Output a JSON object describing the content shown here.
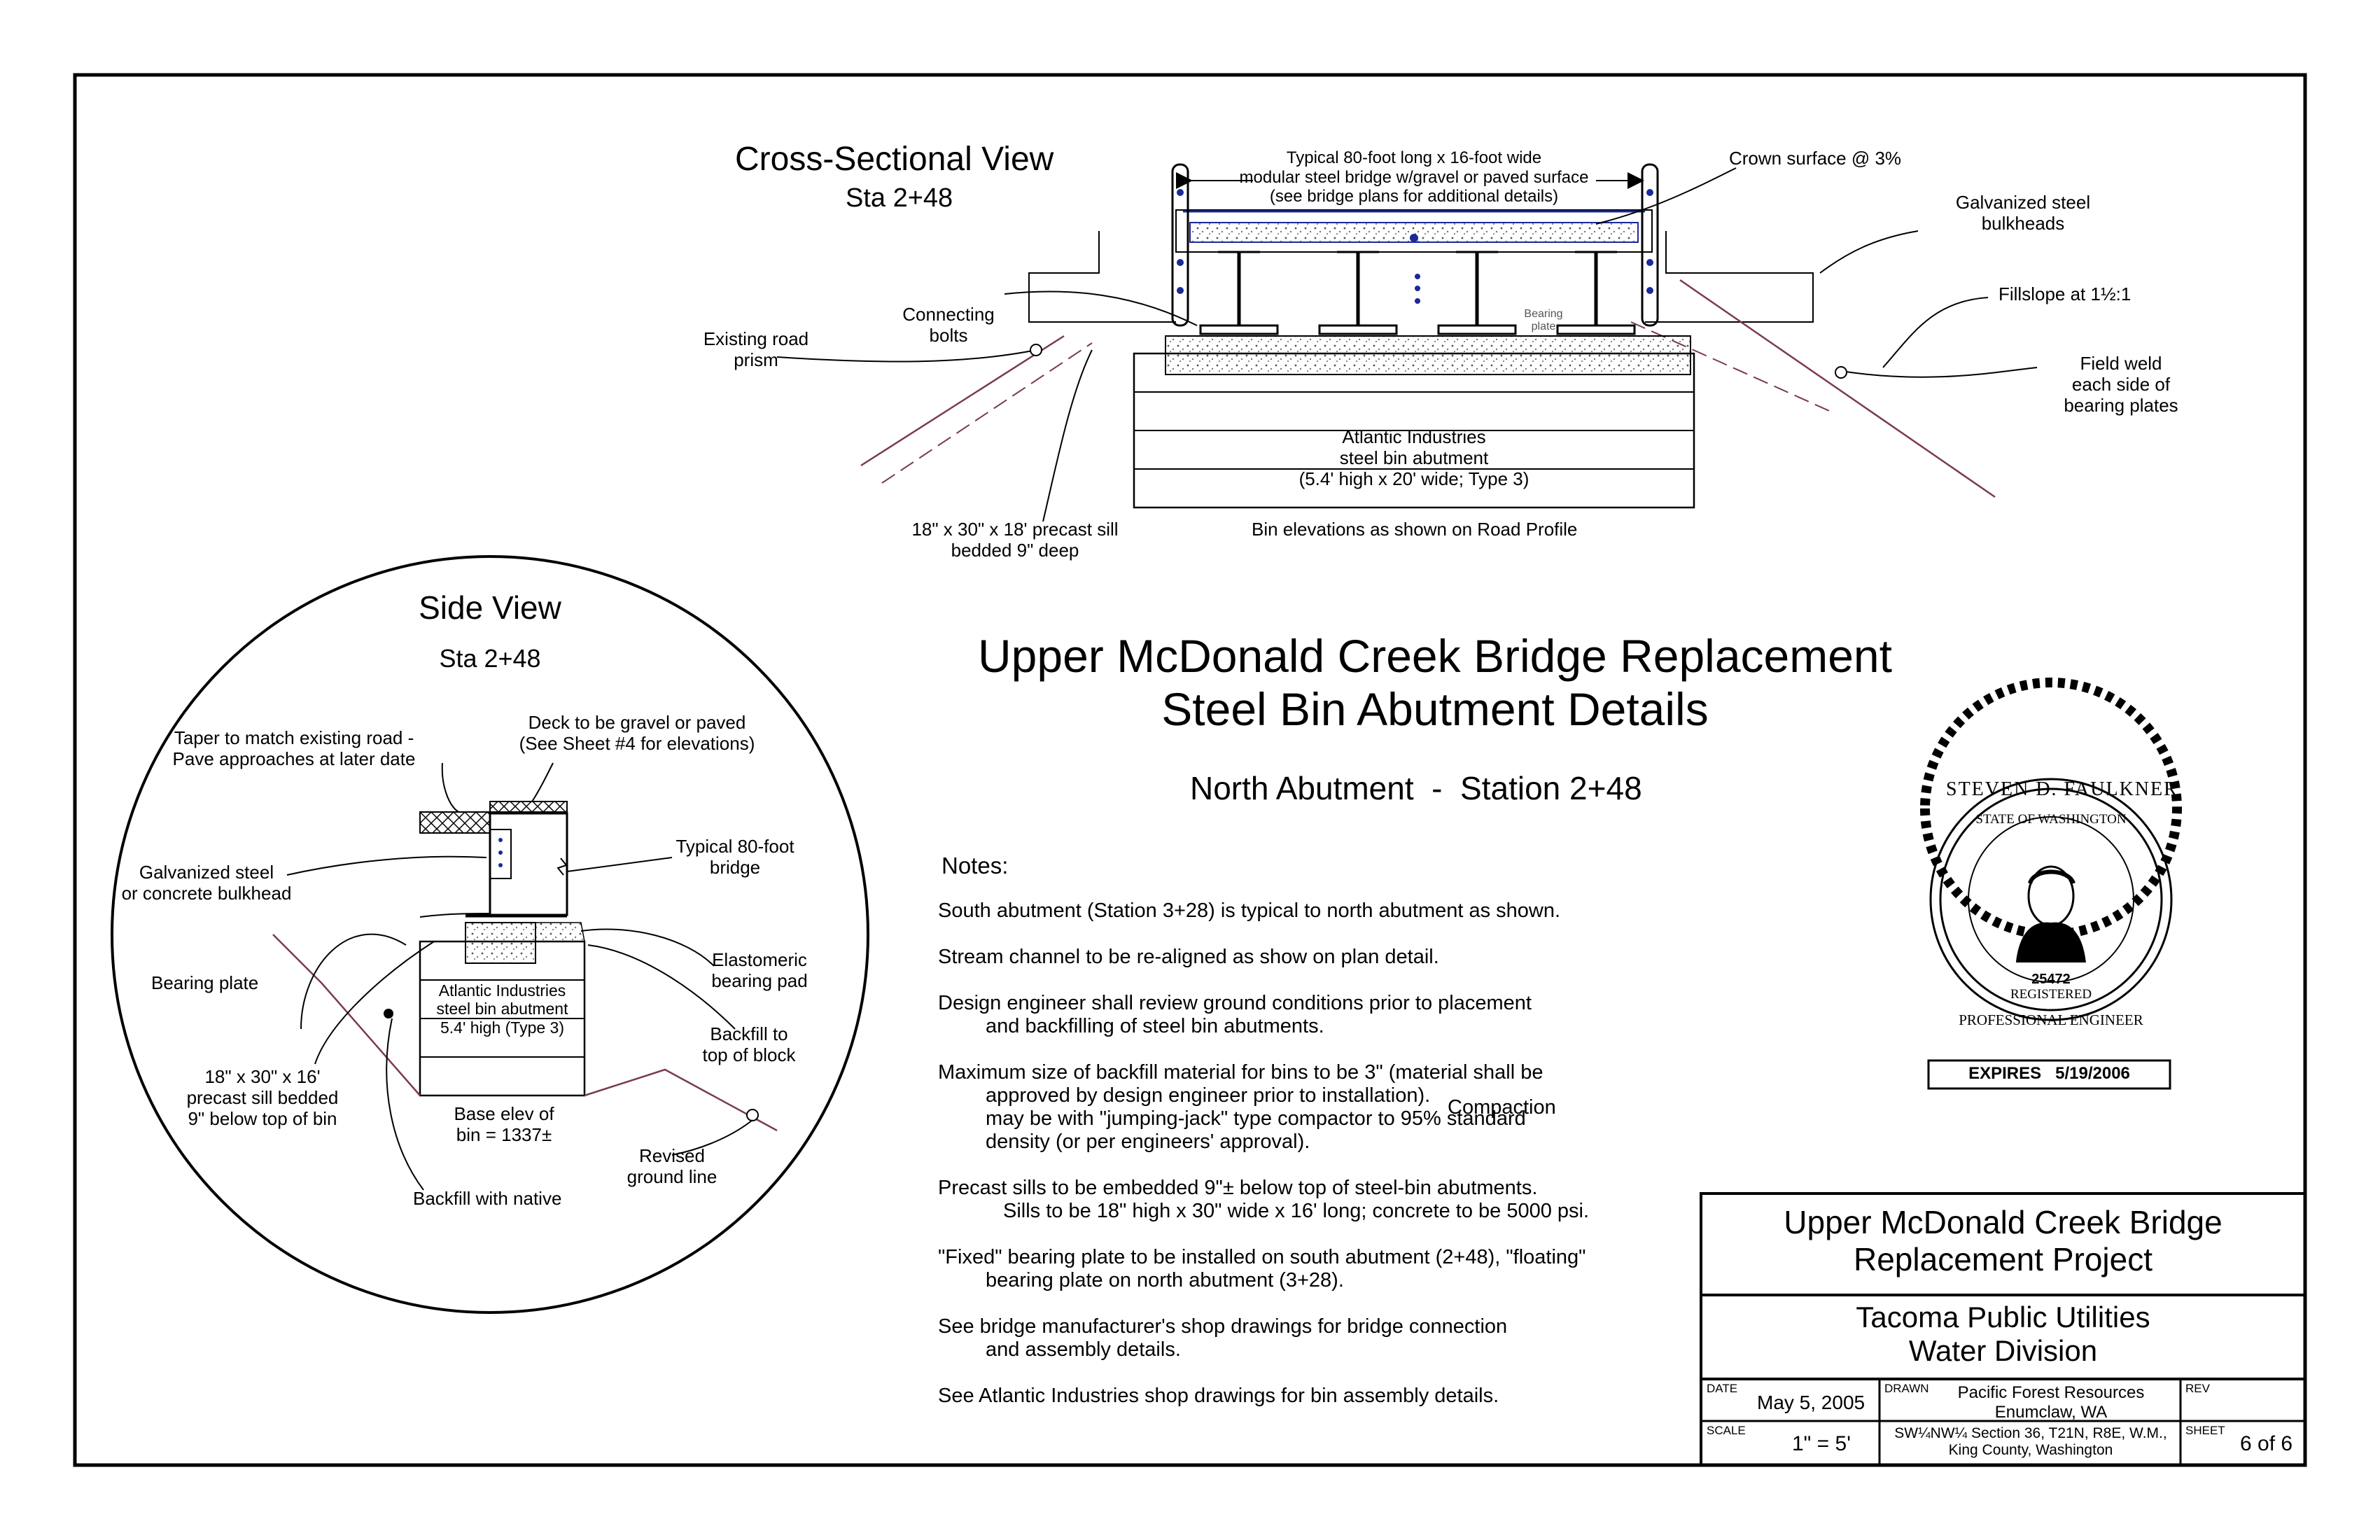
{
  "cross_section": {
    "title": "Cross-Sectional View",
    "station": "Sta 2+48",
    "bridge_note": [
      "Typical 80-foot long x 16-foot wide",
      "modular steel bridge w/gravel or paved surface",
      "(see bridge plans for additional details)"
    ],
    "crown": "Crown surface @ 3%",
    "bulkheads": [
      "Galvanized steel",
      "bulkheads"
    ],
    "fillslope": "Fillslope at 1½:1",
    "field_weld": [
      "Field weld",
      "each side of",
      "bearing plates"
    ],
    "connecting_bolts": [
      "Connecting",
      "bolts"
    ],
    "existing_road": [
      "Existing road",
      "prism"
    ],
    "bearing_plate": [
      "Bearing",
      "plate"
    ],
    "bin": [
      "Atlantic Industries",
      "steel bin abutment",
      "(5.4' high x 20' wide; Type 3)"
    ],
    "precast_sill": [
      "18\" x 30\" x 18' precast sill",
      "bedded 9\" deep"
    ],
    "bin_elevations": "Bin elevations as shown on Road Profile"
  },
  "side_view": {
    "title": "Side View",
    "station": "Sta 2+48",
    "taper": [
      "Taper to match existing road -",
      "Pave approaches at later date"
    ],
    "deck": [
      "Deck to be gravel or paved",
      "(See Sheet #4 for elevations)"
    ],
    "typical_bridge": [
      "Typical 80-foot",
      "bridge"
    ],
    "bulkhead": [
      "Galvanized steel",
      "or concrete bulkhead"
    ],
    "bearing_plate": "Bearing plate",
    "elastomeric": [
      "Elastomeric",
      "bearing pad"
    ],
    "bin": [
      "Atlantic Industries",
      "steel bin abutment",
      "5.4' high (Type 3)"
    ],
    "backfill_block": [
      "Backfill to",
      "top of block"
    ],
    "sill": [
      "18\" x 30\" x 16'",
      "precast sill bedded",
      "9\" below top of bin"
    ],
    "base_elev": [
      "Base elev of",
      "bin = 1337±"
    ],
    "revised": [
      "Revised",
      "ground line"
    ],
    "backfill_native": "Backfill with native"
  },
  "main_title": [
    "Upper McDonald Creek Bridge Replacement",
    "Steel Bin Abutment Details"
  ],
  "subtitle": "North Abutment  -  Station 2+48",
  "notes": {
    "heading": "Notes:",
    "items": [
      [
        "South abutment (Station 3+28) is typical to north abutment as shown."
      ],
      [
        "Stream channel to be re-aligned as show on plan detail."
      ],
      [
        "Design engineer shall review ground conditions prior to placement",
        "and backfilling of steel bin abutments."
      ],
      [
        "Maximum size of backfill material for bins to be 3\" (material shall be",
        "approved by design engineer prior to installation).",
        "may be with \"jumping-jack\" type compactor to 95% standard",
        "density (or per engineers' approval)."
      ],
      [
        "Precast sills to be embedded 9\"± below top of steel-bin abutments.",
        "Sills to be 18\" high x 30\" wide x 16' long;  concrete to be 5000 psi."
      ],
      [
        "\"Fixed\" bearing plate to be installed on south abutment (2+48), \"floating\"",
        "bearing plate on north abutment (3+28)."
      ],
      [
        "See bridge manufacturer's shop drawings for bridge connection",
        "and assembly details."
      ],
      [
        "See Atlantic Industries shop drawings for bin assembly details."
      ]
    ],
    "compaction": "Compaction"
  },
  "seal": {
    "name": "STEVEN D. FAULKNER",
    "state": "STATE OF WASHINGTON",
    "number": "25472",
    "registered": "REGISTERED",
    "professional": "PROFESSIONAL ENGINEER",
    "expires": "EXPIRES   5/19/2006"
  },
  "title_block": {
    "project": [
      "Upper McDonald Creek Bridge",
      "Replacement Project"
    ],
    "owner": [
      "Tacoma Public Utilities",
      "Water Division"
    ],
    "date_label": "DATE",
    "date": "May 5, 2005",
    "drawn_label": "DRAWN",
    "drawn": [
      "Pacific Forest Resources",
      "Enumclaw, WA"
    ],
    "rev_label": "REV",
    "scale_label": "SCALE",
    "scale": "1\" = 5'",
    "location": [
      "SW¼NW¼ Section 36, T21N, R8E, W.M.,",
      "King County, Washington"
    ],
    "sheet_label": "SHEET",
    "sheet": "6 of 6"
  }
}
